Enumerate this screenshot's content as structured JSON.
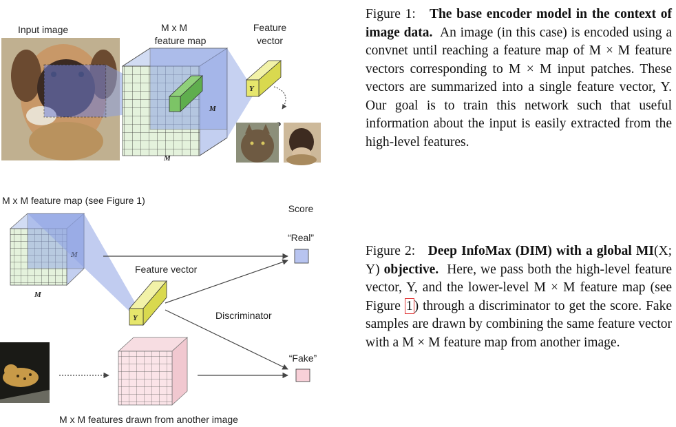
{
  "figure1": {
    "labels": {
      "input_image": "Input image",
      "feature_map_line1": "M x M",
      "feature_map_line2": "feature map",
      "feature_vector_line1": "Feature",
      "feature_vector_line2": "vector",
      "m_bottom": "M",
      "m_side": "M",
      "y": "Y",
      "question": "?"
    },
    "caption": {
      "prefix": "Figure 1:",
      "title": "The base encoder model in the context of image data.",
      "body": "An image (in this case) is encoded using a convnet until reaching a feature map of M × M feature vectors corresponding to M × M input patches. These vectors are summarized into a single feature vector, Y. Our goal is to train this network such that useful information about the input is easily extracted from the high-level features."
    }
  },
  "figure2": {
    "labels": {
      "feature_map_title": "M x M feature map (see Figure 1)",
      "score": "Score",
      "real": "“Real”",
      "fake": "“Fake”",
      "feature_vector": "Feature vector",
      "discriminator": "Discriminator",
      "other_image": "M x M features drawn from another image",
      "m_side": "M",
      "m_bottom": "M",
      "y": "Y"
    },
    "caption": {
      "prefix": "Figure 2:",
      "title_part1": "Deep InfoMax (DIM) with a global",
      "title_mi": "MI",
      "title_args": "(X; Y)",
      "title_part2": "objective.",
      "body_part1": "Here, we pass both the high-level feature vector, Y, and the lower-level M × M feature map (see Figure",
      "ref": "1",
      "body_part2": ") through a discriminator to get the score. Fake samples are drawn by combining the same feature vector with a M × M feature map from another image."
    }
  },
  "colors": {
    "blue_fill": "#9fb0e6",
    "green_fill": "#dff0d8",
    "yellow_fill": "#e8e87a",
    "pink_fill": "#f8d6dc",
    "dark_green": "#6cb85a"
  }
}
